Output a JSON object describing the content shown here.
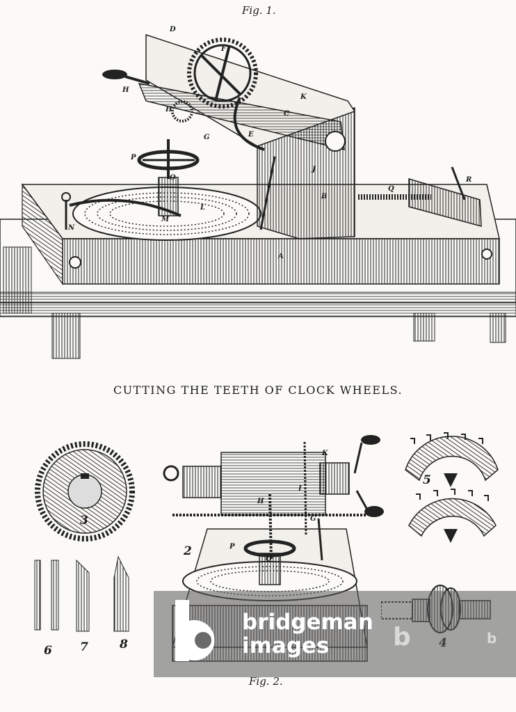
{
  "figure1": {
    "caption": "Fig. 1.",
    "labels": [
      "D",
      "F",
      "C",
      "H",
      "H",
      "K",
      "E",
      "G",
      "P",
      "O",
      "L",
      "M",
      "N",
      "A",
      "B",
      "J",
      "Q",
      "R"
    ]
  },
  "title": "CUTTING THE TEETH OF CLOCK WHEELS.",
  "figure2": {
    "caption": "Fig. 2.",
    "labels": [
      "K",
      "I",
      "H",
      "G",
      "P",
      "O",
      "2"
    ],
    "parts": [
      "3",
      "4",
      "5",
      "6",
      "7",
      "8"
    ]
  },
  "watermark": {
    "line1": "bridgeman",
    "line2": "images",
    "mark_letter": "b"
  }
}
